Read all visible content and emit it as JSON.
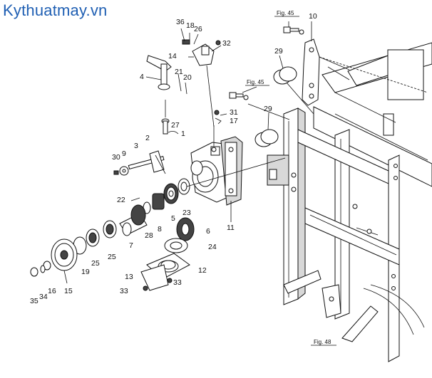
{
  "watermark": "Kythuatmay.vn",
  "figure_refs": [
    "Fig. 45",
    "Fig. 45",
    "Fig. 48"
  ],
  "callouts": [
    "1",
    "2",
    "3",
    "4",
    "5",
    "6",
    "7",
    "8",
    "9",
    "10",
    "11",
    "12",
    "13",
    "14",
    "15",
    "16",
    "17",
    "18",
    "19",
    "20",
    "21",
    "22",
    "23",
    "24",
    "25",
    "25",
    "26",
    "27",
    "28",
    "29",
    "29",
    "30",
    "31",
    "32",
    "33",
    "33",
    "34",
    "35",
    "36"
  ]
}
